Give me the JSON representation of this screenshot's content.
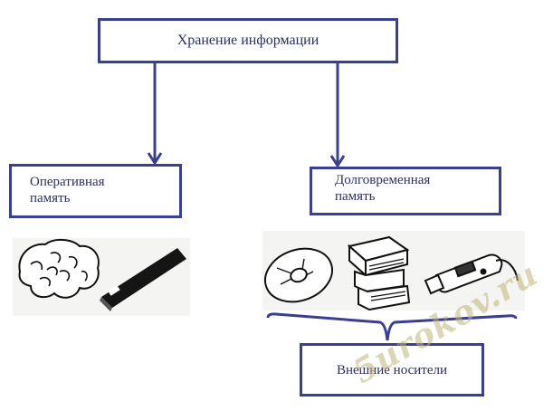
{
  "diagram": {
    "root": {
      "label": "Хранение информации"
    },
    "ram": {
      "line1": "Оперативная",
      "line2": "память"
    },
    "longterm": {
      "line1": "Долговременная",
      "line2": "память"
    },
    "external": {
      "label": "Внешние носители"
    }
  },
  "watermark": "5urokov.ru",
  "icons": [
    "brain-icon",
    "memory-module-icon",
    "cd-disc-icon",
    "books-icon",
    "usb-flash-drive-icon"
  ],
  "colors": {
    "line": "#3b3f8f",
    "text": "#2d2f5a",
    "watermark": "#beb478"
  }
}
